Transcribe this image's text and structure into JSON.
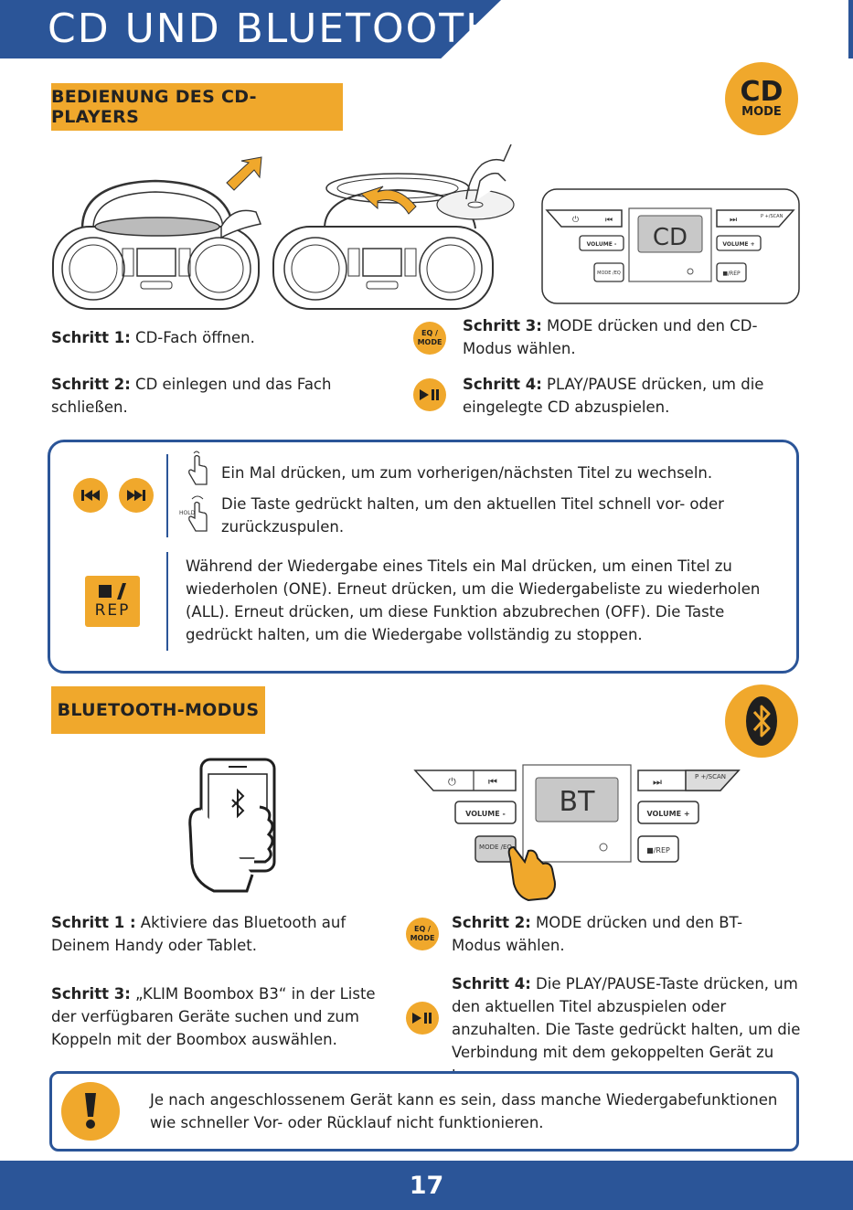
{
  "header": {
    "title": "CD UND BLUETOOTH"
  },
  "cd_section": {
    "label": "BEDIENUNG DES CD-PLAYERS",
    "badge_top": "CD",
    "badge_bottom": "MODE",
    "display_text": "CD",
    "panel_buttons": {
      "volume_minus": "VOLUME -",
      "volume_plus": "VOLUME +",
      "mode_eq": "MODE /EQ",
      "pscan": "P +/SCAN",
      "rep": "■/REP"
    },
    "step1": {
      "label": "Schritt 1:",
      "text": " CD-Fach öffnen."
    },
    "step2": {
      "label": "Schritt 2:",
      "text": " CD einlegen und das Fach schließen."
    },
    "step3": {
      "label": "Schritt 3:",
      "text": " MODE drücken und den CD-Modus wählen."
    },
    "step4": {
      "label": "Schritt 4:",
      "text": " PLAY/PAUSE drücken, um die eingelegte CD abzuspielen."
    },
    "eq_mode_badge": "EQ / MODE"
  },
  "info_box": {
    "press_once": "Ein Mal drücken, um zum vorherigen/nächsten Titel zu wechseln.",
    "hold_label": "HOLD",
    "hold": "Die Taste gedrückt halten, um den aktuellen Titel schnell vor- oder zurückzuspulen.",
    "rep_label": "REP",
    "rep_text": "Während der Wiedergabe eines Titels ein Mal drücken, um einen Titel zu wiederholen (ONE). Erneut drücken, um die Wiedergabeliste zu wiederholen (ALL). Erneut drücken, um diese Funktion abzubrechen (OFF). Die Taste gedrückt halten, um die Wiedergabe vollständig zu stoppen."
  },
  "bt_section": {
    "label": "BLUETOOTH-MODUS",
    "display_text": "BT",
    "panel_buttons": {
      "volume_minus": "VOLUME -",
      "volume_plus": "VOLUME +",
      "mode_eq": "MODE /EQ",
      "pscan": "P +/SCAN",
      "rep": "■/REP"
    },
    "step1": {
      "label": "Schritt 1 :",
      "text": " Aktiviere das Bluetooth auf Deinem Handy oder Tablet."
    },
    "step3": {
      "label": "Schritt 3:",
      "text": " „KLIM Boombox B3“ in der Liste der verfügbaren Geräte suchen und zum Koppeln mit der Boombox auswählen."
    },
    "step2": {
      "label": "Schritt 2:",
      "text": " MODE drücken und den BT-Modus wählen."
    },
    "step4": {
      "label": "Schritt 4:",
      "text": "  Die PLAY/PAUSE-Taste drücken, um den aktuellen Titel abzuspielen oder anzuhalten. Die Taste gedrückt halten, um die Verbindung mit dem gekoppelten Gerät zu trennen."
    },
    "eq_mode_badge": "EQ / MODE"
  },
  "note": {
    "text": "Je nach angeschlossenem Gerät kann es sein, dass manche Wiedergabefunktionen wie schneller Vor- oder Rücklauf nicht funktionieren."
  },
  "footer": {
    "page_number": "17"
  },
  "colors": {
    "accent_blue": "#2b5598",
    "accent_orange": "#f0a82c"
  }
}
